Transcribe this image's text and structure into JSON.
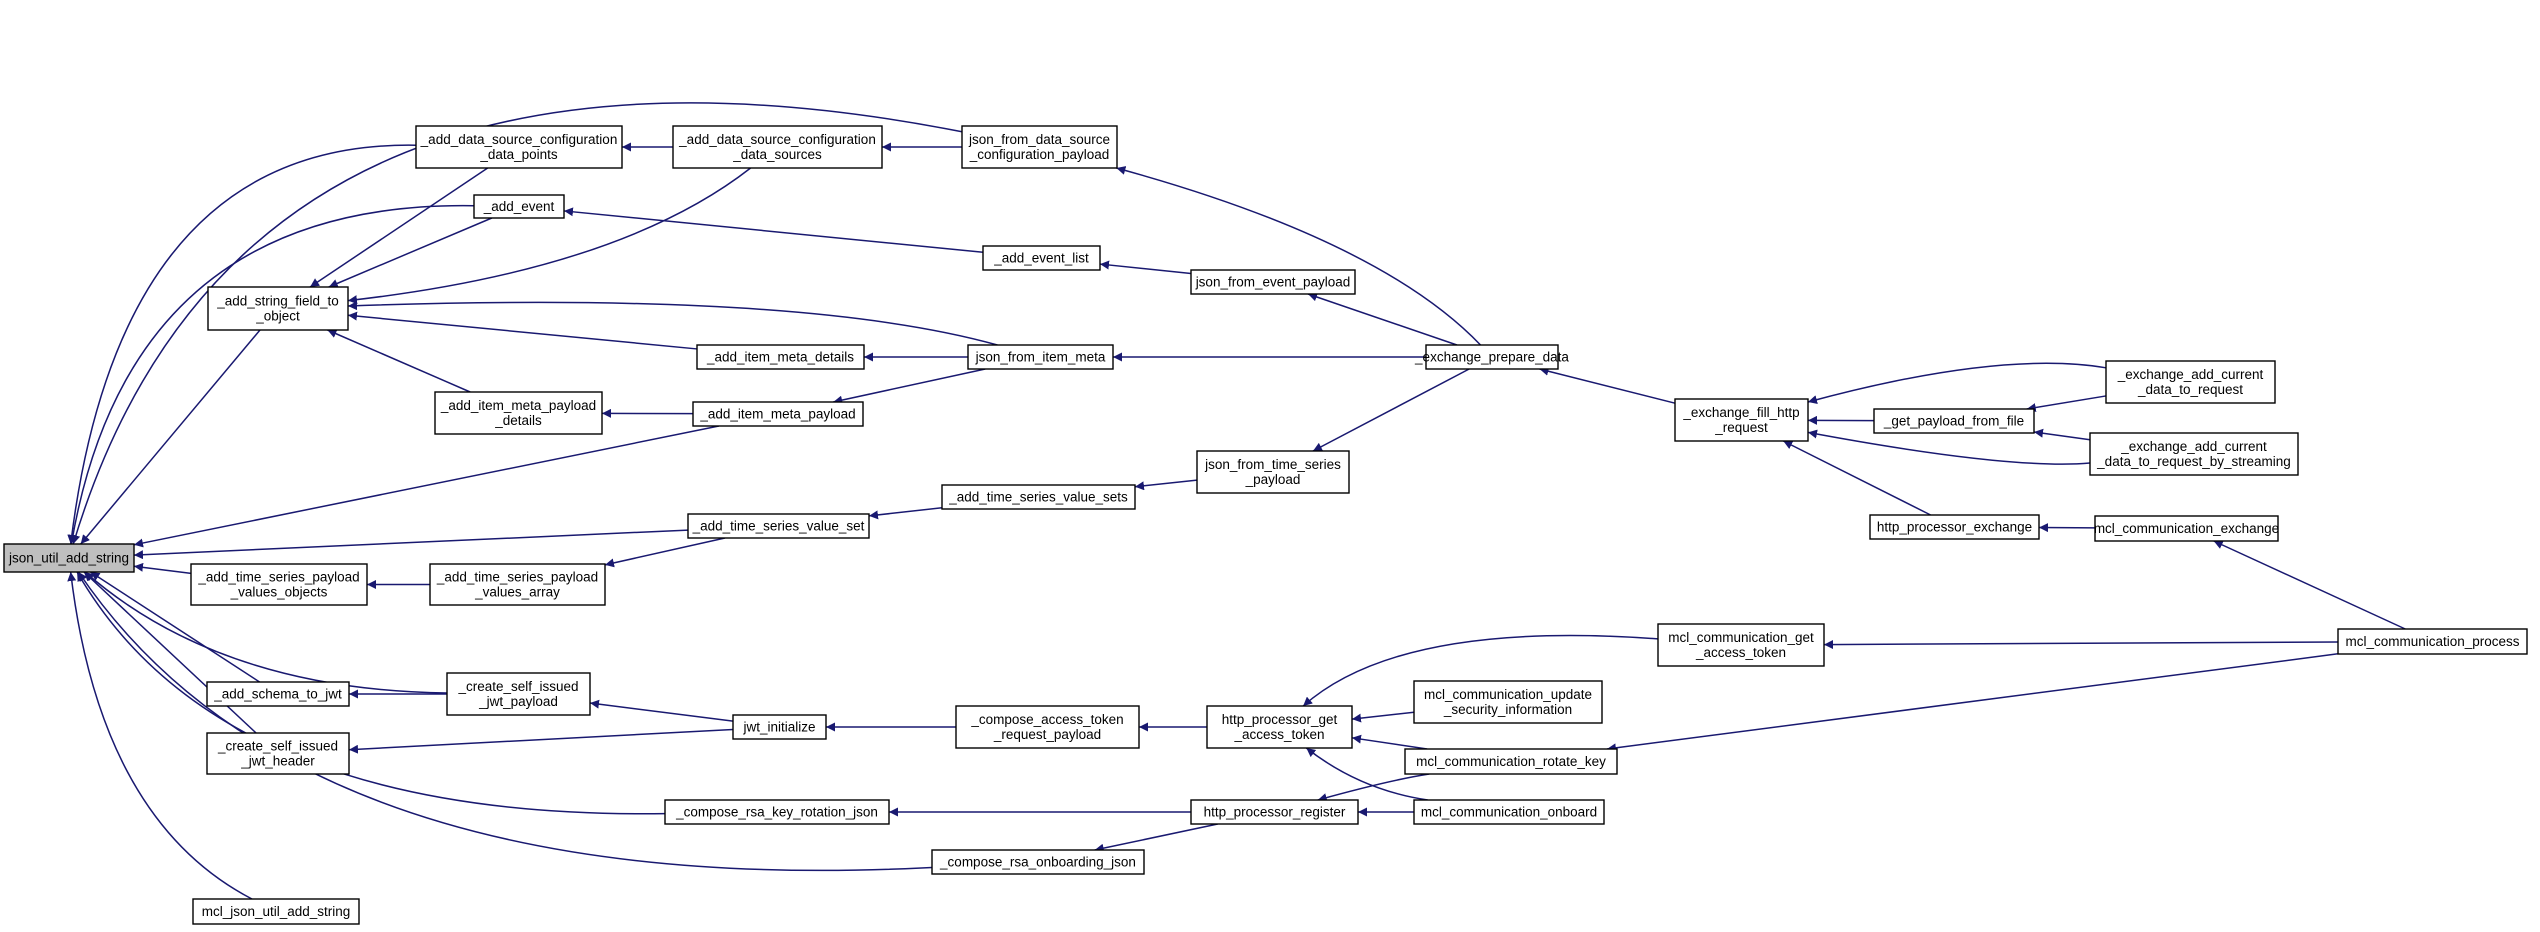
{
  "nodes": [
    {
      "id": "root",
      "lines": [
        "json_util_add_string"
      ]
    },
    {
      "id": "add_string_field",
      "lines": [
        "_add_string_field_to",
        "_object"
      ]
    },
    {
      "id": "add_ds_cfg_points",
      "lines": [
        "_add_data_source_configuration",
        "_data_points"
      ]
    },
    {
      "id": "add_ds_cfg_sources",
      "lines": [
        "_add_data_source_configuration",
        "_data_sources"
      ]
    },
    {
      "id": "json_from_ds_cfg",
      "lines": [
        "json_from_data_source",
        "_configuration_payload"
      ]
    },
    {
      "id": "add_event",
      "lines": [
        "_add_event"
      ]
    },
    {
      "id": "add_event_list",
      "lines": [
        "_add_event_list"
      ]
    },
    {
      "id": "json_from_event",
      "lines": [
        "json_from_event_payload"
      ]
    },
    {
      "id": "add_item_meta_details",
      "lines": [
        "_add_item_meta_details"
      ]
    },
    {
      "id": "json_from_item_meta",
      "lines": [
        "json_from_item_meta"
      ]
    },
    {
      "id": "exchange_prepare",
      "lines": [
        "_exchange_prepare_data"
      ]
    },
    {
      "id": "add_item_meta_payload_details",
      "lines": [
        "_add_item_meta_payload",
        "_details"
      ]
    },
    {
      "id": "add_item_meta_payload",
      "lines": [
        "_add_item_meta_payload"
      ]
    },
    {
      "id": "json_from_ts",
      "lines": [
        "json_from_time_series",
        "_payload"
      ]
    },
    {
      "id": "add_ts_value_sets",
      "lines": [
        "_add_time_series_value_sets"
      ]
    },
    {
      "id": "add_ts_value_set",
      "lines": [
        "_add_time_series_value_set"
      ]
    },
    {
      "id": "add_ts_payload_values_objects",
      "lines": [
        "_add_time_series_payload",
        "_values_objects"
      ]
    },
    {
      "id": "add_ts_payload_values_array",
      "lines": [
        "_add_time_series_payload",
        "_values_array"
      ]
    },
    {
      "id": "exchange_fill",
      "lines": [
        "_exchange_fill_http",
        "_request"
      ]
    },
    {
      "id": "get_payload_from_file",
      "lines": [
        "_get_payload_from_file"
      ]
    },
    {
      "id": "exchange_add_current",
      "lines": [
        "_exchange_add_current",
        "_data_to_request"
      ]
    },
    {
      "id": "exchange_add_current_stream",
      "lines": [
        "_exchange_add_current",
        "_data_to_request_by_streaming"
      ]
    },
    {
      "id": "http_processor_exchange",
      "lines": [
        "http_processor_exchange"
      ]
    },
    {
      "id": "mcl_comm_exchange",
      "lines": [
        "mcl_communication_exchange"
      ]
    },
    {
      "id": "mcl_comm_process",
      "lines": [
        "mcl_communication_process"
      ]
    },
    {
      "id": "mcl_comm_get_token",
      "lines": [
        "mcl_communication_get",
        "_access_token"
      ]
    },
    {
      "id": "add_schema_to_jwt",
      "lines": [
        "_add_schema_to_jwt"
      ]
    },
    {
      "id": "create_jwt_payload",
      "lines": [
        "_create_self_issued",
        "_jwt_payload"
      ]
    },
    {
      "id": "create_jwt_header",
      "lines": [
        "_create_self_issued",
        "_jwt_header"
      ]
    },
    {
      "id": "jwt_initialize",
      "lines": [
        "jwt_initialize"
      ]
    },
    {
      "id": "compose_access_token",
      "lines": [
        "_compose_access_token",
        "_request_payload"
      ]
    },
    {
      "id": "http_processor_get_token",
      "lines": [
        "http_processor_get",
        "_access_token"
      ]
    },
    {
      "id": "mcl_comm_update_security",
      "lines": [
        "mcl_communication_update",
        "_security_information"
      ]
    },
    {
      "id": "mcl_comm_rotate_key",
      "lines": [
        "mcl_communication_rotate_key"
      ]
    },
    {
      "id": "compose_rsa_key_rotation",
      "lines": [
        "_compose_rsa_key_rotation_json"
      ]
    },
    {
      "id": "http_processor_register",
      "lines": [
        "http_processor_register"
      ]
    },
    {
      "id": "mcl_comm_onboard",
      "lines": [
        "mcl_communication_onboard"
      ]
    },
    {
      "id": "compose_rsa_onboarding",
      "lines": [
        "_compose_rsa_onboarding_json"
      ]
    },
    {
      "id": "mcl_json_util_add_string",
      "lines": [
        "mcl_json_util_add_string"
      ]
    }
  ],
  "edges": [
    [
      "mcl_json_util_add_string",
      "root"
    ],
    [
      "compose_rsa_onboarding",
      "root"
    ],
    [
      "compose_rsa_key_rotation",
      "root"
    ],
    [
      "create_jwt_header",
      "root"
    ],
    [
      "add_schema_to_jwt",
      "root"
    ],
    [
      "create_jwt_payload",
      "root"
    ],
    [
      "add_ts_payload_values_objects",
      "root"
    ],
    [
      "add_ts_value_set",
      "root"
    ],
    [
      "add_item_meta_payload",
      "root"
    ],
    [
      "add_string_field",
      "root"
    ],
    [
      "add_event",
      "root"
    ],
    [
      "add_ds_cfg_points",
      "root"
    ],
    [
      "json_from_ds_cfg",
      "root"
    ],
    [
      "add_ds_cfg_points",
      "add_string_field"
    ],
    [
      "add_event",
      "add_string_field"
    ],
    [
      "add_ds_cfg_sources",
      "add_string_field"
    ],
    [
      "json_from_item_meta",
      "add_string_field"
    ],
    [
      "add_item_meta_details",
      "add_string_field"
    ],
    [
      "add_item_meta_payload_details",
      "add_string_field"
    ],
    [
      "add_ds_cfg_sources",
      "add_ds_cfg_points"
    ],
    [
      "json_from_ds_cfg",
      "add_ds_cfg_sources"
    ],
    [
      "add_event_list",
      "add_event"
    ],
    [
      "json_from_event",
      "add_event_list"
    ],
    [
      "json_from_item_meta",
      "add_item_meta_details"
    ],
    [
      "add_item_meta_payload",
      "add_item_meta_payload_details"
    ],
    [
      "json_from_item_meta",
      "add_item_meta_payload"
    ],
    [
      "exchange_prepare",
      "json_from_ds_cfg"
    ],
    [
      "exchange_prepare",
      "json_from_event"
    ],
    [
      "exchange_prepare",
      "json_from_item_meta"
    ],
    [
      "exchange_prepare",
      "json_from_ts"
    ],
    [
      "add_ts_value_sets",
      "add_ts_value_set"
    ],
    [
      "json_from_ts",
      "add_ts_value_sets"
    ],
    [
      "add_ts_payload_values_array",
      "add_ts_payload_values_objects"
    ],
    [
      "add_ts_value_set",
      "add_ts_payload_values_array"
    ],
    [
      "exchange_fill",
      "exchange_prepare"
    ],
    [
      "get_payload_from_file",
      "exchange_fill"
    ],
    [
      "exchange_add_current",
      "exchange_fill"
    ],
    [
      "exchange_add_current_stream",
      "exchange_fill"
    ],
    [
      "http_processor_exchange",
      "exchange_fill"
    ],
    [
      "exchange_add_current",
      "get_payload_from_file"
    ],
    [
      "exchange_add_current_stream",
      "get_payload_from_file"
    ],
    [
      "mcl_comm_exchange",
      "http_processor_exchange"
    ],
    [
      "mcl_comm_process",
      "mcl_comm_exchange"
    ],
    [
      "mcl_comm_process",
      "mcl_comm_get_token"
    ],
    [
      "mcl_comm_process",
      "mcl_comm_rotate_key"
    ],
    [
      "create_jwt_payload",
      "add_schema_to_jwt"
    ],
    [
      "jwt_initialize",
      "create_jwt_payload"
    ],
    [
      "jwt_initialize",
      "create_jwt_header"
    ],
    [
      "compose_access_token",
      "jwt_initialize"
    ],
    [
      "http_processor_get_token",
      "compose_access_token"
    ],
    [
      "mcl_comm_get_token",
      "http_processor_get_token"
    ],
    [
      "mcl_comm_update_security",
      "http_processor_get_token"
    ],
    [
      "mcl_comm_rotate_key",
      "http_processor_get_token"
    ],
    [
      "mcl_comm_onboard",
      "http_processor_get_token"
    ],
    [
      "http_processor_register",
      "compose_rsa_key_rotation"
    ],
    [
      "http_processor_register",
      "compose_rsa_onboarding"
    ],
    [
      "mcl_comm_onboard",
      "http_processor_register"
    ],
    [
      "mcl_comm_rotate_key",
      "http_processor_register"
    ]
  ]
}
